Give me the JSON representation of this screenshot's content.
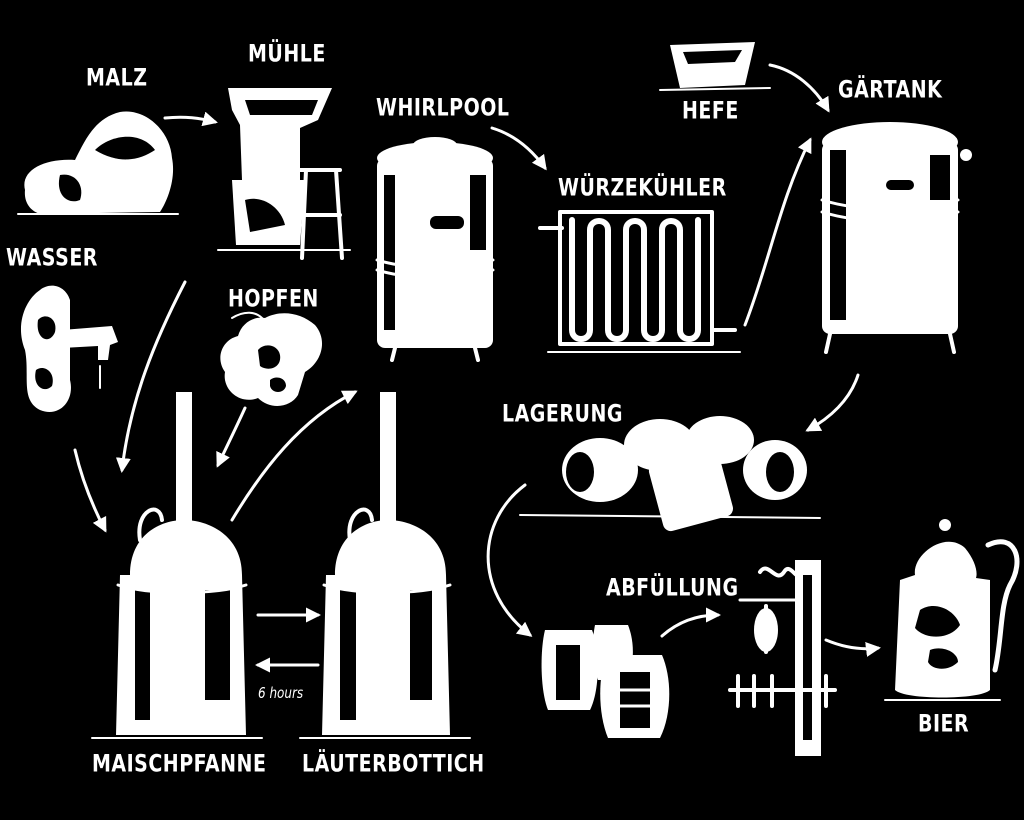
{
  "labels": {
    "malz": "MALZ",
    "muehle": "MÜHLE",
    "whirlpool": "WHIRLPOOL",
    "hefe": "HEFE",
    "gaertank": "GÄRTANK",
    "wuerzekuehler": "WÜRZEKÜHLER",
    "wasser": "WASSER",
    "hopfen": "HOPFEN",
    "lagerung": "LAGERUNG",
    "abfuellung": "ABFÜLLUNG",
    "bier": "BIER",
    "maischpfanne": "MAISCHPFANNE",
    "laeuterbottich": "LÄUTERBOTTICH",
    "duration": "6 hours"
  },
  "colors": {
    "background": "#000000",
    "ink": "#ffffff"
  },
  "icons": [
    "malt-sacks-icon",
    "mill-icon",
    "whirlpool-tank-icon",
    "yeast-basket-icon",
    "fermentation-tank-icon",
    "wort-cooler-icon",
    "water-tap-icon",
    "hops-icon",
    "lager-barrels-icon",
    "kegs-icon",
    "bottling-tap-icon",
    "beer-stein-icon",
    "mash-kettle-icon",
    "lauter-tun-icon"
  ]
}
